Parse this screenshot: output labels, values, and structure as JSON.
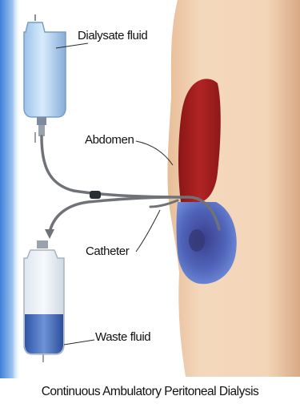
{
  "labels": {
    "dialysate": "Dialysate fluid",
    "abdomen": "Abdomen",
    "catheter": "Catheter",
    "waste": "Waste fluid"
  },
  "caption": "Continuous  Ambulatory  Peritoneal Dialysis",
  "colors": {
    "accent_blue": "#3d7fd8",
    "skin": "#f1d2b4",
    "abdomen_red": "#a82020",
    "fluid_blue": "#4f63b8",
    "tube": "#6f7378"
  }
}
